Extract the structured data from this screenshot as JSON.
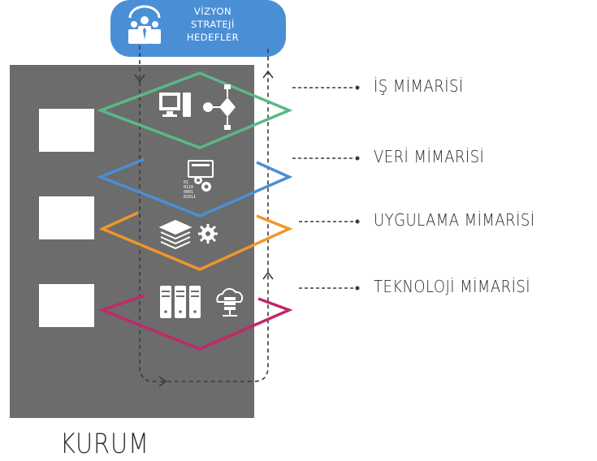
{
  "header": {
    "lines": [
      "VİZYON",
      "STRATEJİ",
      "HEDEFLER"
    ]
  },
  "layers": [
    {
      "label": "İŞ MİMARİSİ",
      "color": "#5bb887"
    },
    {
      "label": "VERİ MİMARİSİ",
      "color": "#4a8fd6"
    },
    {
      "label": "UYGULAMA MİMARİSİ",
      "color": "#f0962a"
    },
    {
      "label": "TEKNOLOJİ MİMARİSİ",
      "color": "#c2286a"
    }
  ],
  "organization": {
    "label": "KURUM",
    "panel_color": "#6c6c6c"
  },
  "icons": [
    "people-icon",
    "computer-flowchart-icon",
    "data-gears-icon",
    "stack-gear-icon",
    "servers-icon",
    "cloud-server-icon"
  ]
}
